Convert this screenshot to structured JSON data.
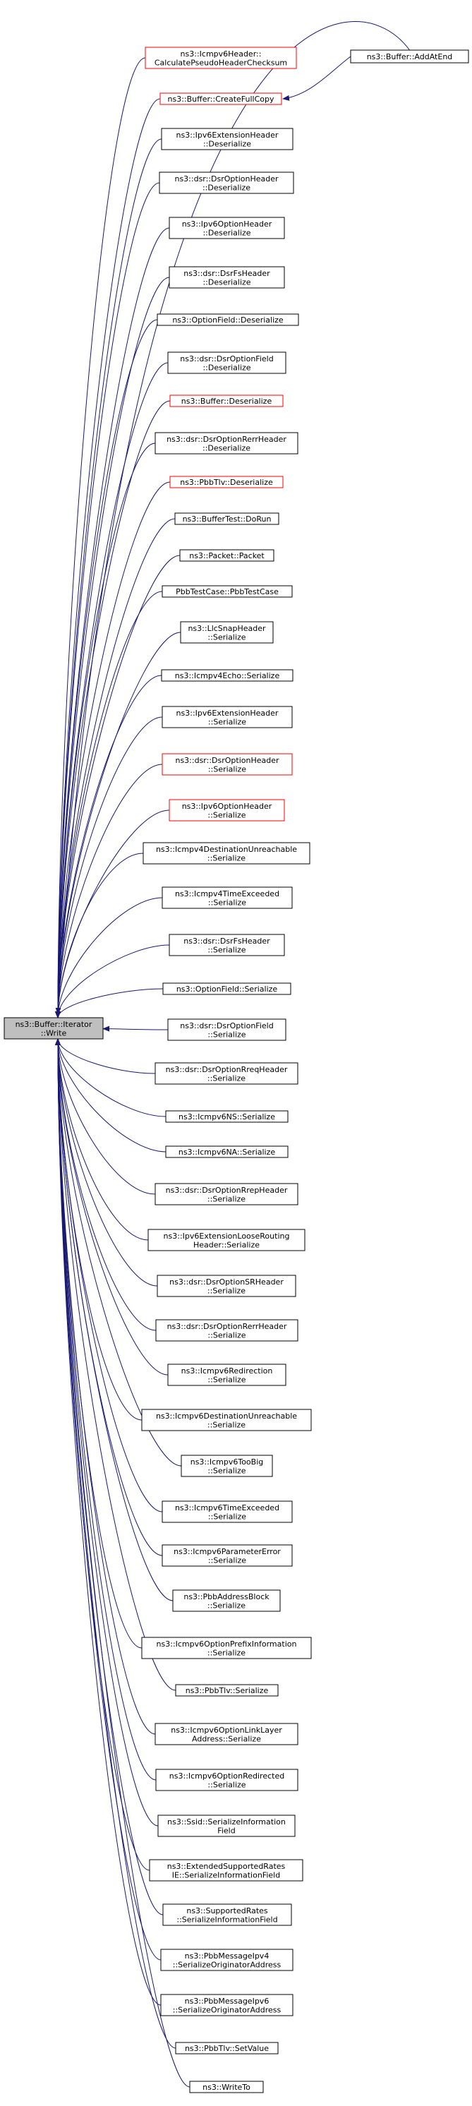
{
  "graph": {
    "root": {
      "id": "root",
      "lines": [
        "ns3::Buffer::Iterator",
        "::Write"
      ]
    },
    "callers": [
      {
        "id": "calc-pseudo-header",
        "lines": [
          "ns3::Icmpv6Header::",
          "CalculatePseudoHeaderChecksum"
        ],
        "style": "red"
      },
      {
        "id": "create-full-copy",
        "lines": [
          "ns3::Buffer::CreateFullCopy"
        ],
        "style": "red"
      },
      {
        "id": "ipv6-ext-hdr-deserialize",
        "lines": [
          "ns3::Ipv6ExtensionHeader",
          "::Deserialize"
        ],
        "style": "black"
      },
      {
        "id": "dsr-option-hdr-deserialize",
        "lines": [
          "ns3::dsr::DsrOptionHeader",
          "::Deserialize"
        ],
        "style": "black"
      },
      {
        "id": "ipv6-option-hdr-deserialize",
        "lines": [
          "ns3::Ipv6OptionHeader",
          "::Deserialize"
        ],
        "style": "black"
      },
      {
        "id": "dsr-fs-hdr-deserialize",
        "lines": [
          "ns3::dsr::DsrFsHeader",
          "::Deserialize"
        ],
        "style": "black"
      },
      {
        "id": "option-field-deserialize",
        "lines": [
          "ns3::OptionField::Deserialize"
        ],
        "style": "black"
      },
      {
        "id": "dsr-option-field-deserialize",
        "lines": [
          "ns3::dsr::DsrOptionField",
          "::Deserialize"
        ],
        "style": "black"
      },
      {
        "id": "buffer-deserialize",
        "lines": [
          "ns3::Buffer::Deserialize"
        ],
        "style": "red"
      },
      {
        "id": "dsr-option-rerr-deserialize",
        "lines": [
          "ns3::dsr::DsrOptionRerrHeader",
          "::Deserialize"
        ],
        "style": "black"
      },
      {
        "id": "pbb-tlv-deserialize",
        "lines": [
          "ns3::PbbTlv::Deserialize"
        ],
        "style": "red"
      },
      {
        "id": "buffer-test-dorun",
        "lines": [
          "ns3::BufferTest::DoRun"
        ],
        "style": "black"
      },
      {
        "id": "packet-packet",
        "lines": [
          "ns3::Packet::Packet"
        ],
        "style": "black"
      },
      {
        "id": "pbb-test-case",
        "lines": [
          "PbbTestCase::PbbTestCase"
        ],
        "style": "black"
      },
      {
        "id": "llc-snap-serialize",
        "lines": [
          "ns3::LlcSnapHeader",
          "::Serialize"
        ],
        "style": "black"
      },
      {
        "id": "icmpv4-echo-serialize",
        "lines": [
          "ns3::Icmpv4Echo::Serialize"
        ],
        "style": "black"
      },
      {
        "id": "ipv6-ext-hdr-serialize",
        "lines": [
          "ns3::Ipv6ExtensionHeader",
          "::Serialize"
        ],
        "style": "black"
      },
      {
        "id": "dsr-option-hdr-serialize",
        "lines": [
          "ns3::dsr::DsrOptionHeader",
          "::Serialize"
        ],
        "style": "red"
      },
      {
        "id": "ipv6-option-hdr-serialize",
        "lines": [
          "ns3::Ipv6OptionHeader",
          "::Serialize"
        ],
        "style": "red"
      },
      {
        "id": "icmpv4-dest-unreach-serialize",
        "lines": [
          "ns3::Icmpv4DestinationUnreachable",
          "::Serialize"
        ],
        "style": "black"
      },
      {
        "id": "icmpv4-time-exceeded-serialize",
        "lines": [
          "ns3::Icmpv4TimeExceeded",
          "::Serialize"
        ],
        "style": "black"
      },
      {
        "id": "dsr-fs-hdr-serialize",
        "lines": [
          "ns3::dsr::DsrFsHeader",
          "::Serialize"
        ],
        "style": "black"
      },
      {
        "id": "option-field-serialize",
        "lines": [
          "ns3::OptionField::Serialize"
        ],
        "style": "black"
      },
      {
        "id": "dsr-option-field-serialize",
        "lines": [
          "ns3::dsr::DsrOptionField",
          "::Serialize"
        ],
        "style": "black"
      },
      {
        "id": "dsr-option-rreq-serialize",
        "lines": [
          "ns3::dsr::DsrOptionRreqHeader",
          "::Serialize"
        ],
        "style": "black"
      },
      {
        "id": "icmpv6-ns-serialize",
        "lines": [
          "ns3::Icmpv6NS::Serialize"
        ],
        "style": "black"
      },
      {
        "id": "icmpv6-na-serialize",
        "lines": [
          "ns3::Icmpv6NA::Serialize"
        ],
        "style": "black"
      },
      {
        "id": "dsr-option-rrep-serialize",
        "lines": [
          "ns3::dsr::DsrOptionRrepHeader",
          "::Serialize"
        ],
        "style": "black"
      },
      {
        "id": "ipv6-ext-loose-routing-serialize",
        "lines": [
          "ns3::Ipv6ExtensionLooseRouting",
          "Header::Serialize"
        ],
        "style": "black"
      },
      {
        "id": "dsr-option-sr-serialize",
        "lines": [
          "ns3::dsr::DsrOptionSRHeader",
          "::Serialize"
        ],
        "style": "black"
      },
      {
        "id": "dsr-option-rerr-serialize",
        "lines": [
          "ns3::dsr::DsrOptionRerrHeader",
          "::Serialize"
        ],
        "style": "black"
      },
      {
        "id": "icmpv6-redirection-serialize",
        "lines": [
          "ns3::Icmpv6Redirection",
          "::Serialize"
        ],
        "style": "black"
      },
      {
        "id": "icmpv6-dest-unreach-serialize",
        "lines": [
          "ns3::Icmpv6DestinationUnreachable",
          "::Serialize"
        ],
        "style": "black"
      },
      {
        "id": "icmpv6-too-big-serialize",
        "lines": [
          "ns3::Icmpv6TooBig",
          "::Serialize"
        ],
        "style": "black"
      },
      {
        "id": "icmpv6-time-exceeded-serialize",
        "lines": [
          "ns3::Icmpv6TimeExceeded",
          "::Serialize"
        ],
        "style": "black"
      },
      {
        "id": "icmpv6-param-error-serialize",
        "lines": [
          "ns3::Icmpv6ParameterError",
          "::Serialize"
        ],
        "style": "black"
      },
      {
        "id": "pbb-address-block-serialize",
        "lines": [
          "ns3::PbbAddressBlock",
          "::Serialize"
        ],
        "style": "black"
      },
      {
        "id": "icmpv6-option-prefix-serialize",
        "lines": [
          "ns3::Icmpv6OptionPrefixInformation",
          "::Serialize"
        ],
        "style": "black"
      },
      {
        "id": "pbb-tlv-serialize",
        "lines": [
          "ns3::PbbTlv::Serialize"
        ],
        "style": "black"
      },
      {
        "id": "icmpv6-option-link-layer-serialize",
        "lines": [
          "ns3::Icmpv6OptionLinkLayer",
          "Address::Serialize"
        ],
        "style": "black"
      },
      {
        "id": "icmpv6-option-redirected-serialize",
        "lines": [
          "ns3::Icmpv6OptionRedirected",
          "::Serialize"
        ],
        "style": "black"
      },
      {
        "id": "ssid-serialize-info",
        "lines": [
          "ns3::Ssid::SerializeInformation",
          "Field"
        ],
        "style": "black"
      },
      {
        "id": "ext-supported-rates-serialize-info",
        "lines": [
          "ns3::ExtendedSupportedRates",
          "IE::SerializeInformationField"
        ],
        "style": "black"
      },
      {
        "id": "supported-rates-serialize-info",
        "lines": [
          "ns3::SupportedRates",
          "::SerializeInformationField"
        ],
        "style": "black"
      },
      {
        "id": "pbb-message-ipv4-serialize-orig",
        "lines": [
          "ns3::PbbMessageIpv4",
          "::SerializeOriginatorAddress"
        ],
        "style": "black"
      },
      {
        "id": "pbb-message-ipv6-serialize-orig",
        "lines": [
          "ns3::PbbMessageIpv6",
          "::SerializeOriginatorAddress"
        ],
        "style": "black"
      },
      {
        "id": "pbb-tlv-set-value",
        "lines": [
          "ns3::PbbTlv::SetValue"
        ],
        "style": "black"
      },
      {
        "id": "write-to",
        "lines": [
          "ns3::WriteTo"
        ],
        "style": "black"
      }
    ],
    "secondary": [
      {
        "id": "add-at-end",
        "lines": [
          "ns3::Buffer::AddAtEnd"
        ],
        "style": "black"
      }
    ],
    "colors": {
      "edge": "#191970",
      "root_fill": "#bfbfbf",
      "node_fill": "#ffffff",
      "node_border": "#000000",
      "red_border": "#ff0000",
      "text": "#000000"
    }
  }
}
